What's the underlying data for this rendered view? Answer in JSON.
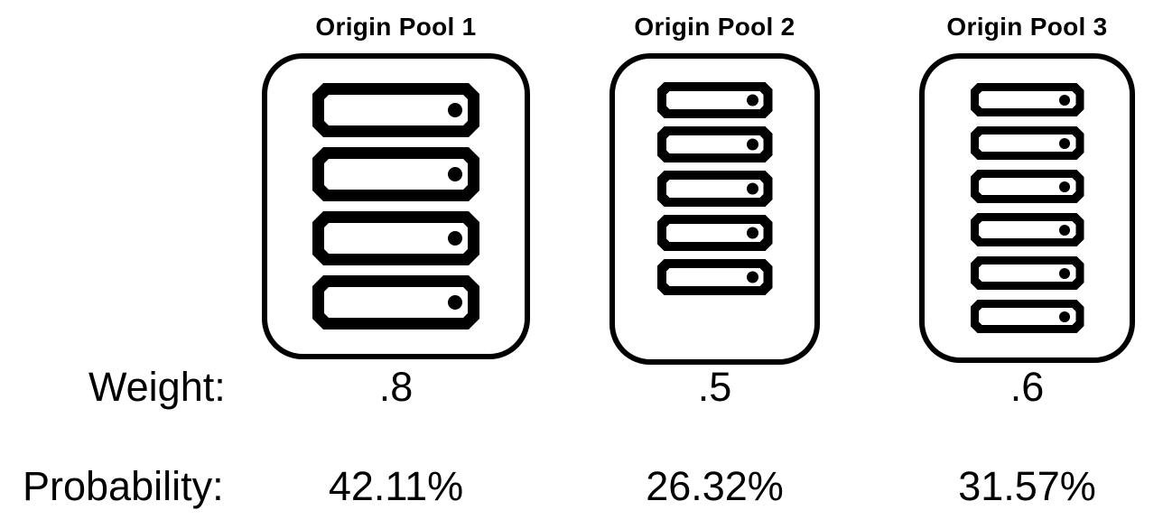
{
  "labels": {
    "weight": "Weight:",
    "probability": "Probability:"
  },
  "pools": [
    {
      "title": "Origin Pool 1",
      "server_count": 4,
      "weight": ".8",
      "probability": "42.11%"
    },
    {
      "title": "Origin Pool 2",
      "server_count": 5,
      "weight": ".5",
      "probability": "26.32%"
    },
    {
      "title": "Origin Pool 3",
      "server_count": 6,
      "weight": ".6",
      "probability": "31.57%"
    }
  ],
  "icons": {
    "server": "server-icon",
    "server_led": "server-led-dot"
  },
  "colors": {
    "foreground": "#000000",
    "background": "#ffffff"
  }
}
